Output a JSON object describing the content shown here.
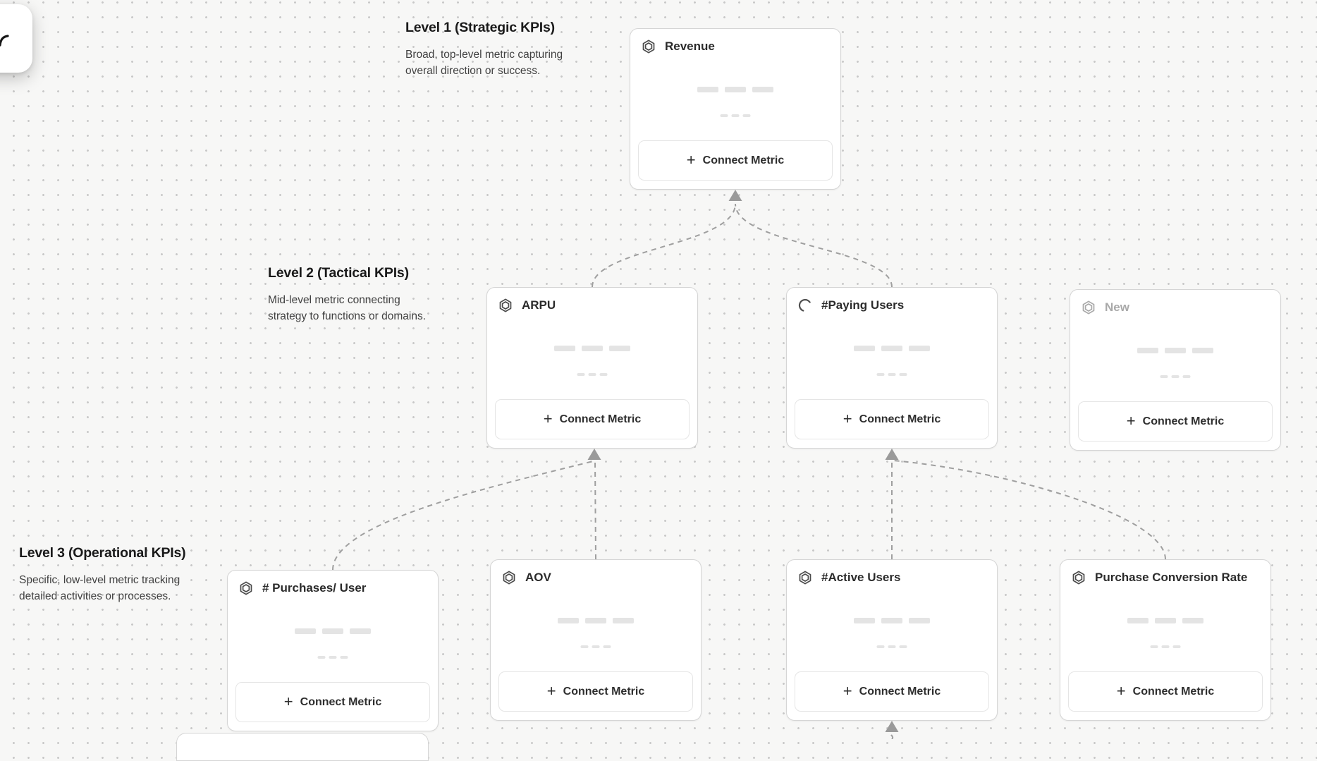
{
  "app": {
    "view": "metric-tree-canvas"
  },
  "colors": {
    "canvas_bg": "#f7f7f6",
    "dot": "#c8c8c8",
    "card_bg": "#ffffff",
    "card_border": "#d5d5d5",
    "heading_text": "#1a1a1a",
    "body_text": "#414141",
    "title_text": "#2b2b2b",
    "muted_text": "#a9a9a9",
    "connector": "#9f9f9f",
    "arrowhead": "#9a9a9a",
    "skeleton": "#e4e4e4",
    "button_border": "#e5e5e5",
    "button_text": "#2e2e2e"
  },
  "levels": [
    {
      "title": "Level 1 (Strategic KPIs)",
      "description": "Broad, top-level metric capturing overall direction or success."
    },
    {
      "title": "Level 2 (Tactical KPIs)",
      "description": "Mid-level metric connecting strategy to functions or domains."
    },
    {
      "title": "Level 3 (Operational KPIs)",
      "description": "Specific, low-level metric tracking detailed activities or processes."
    }
  ],
  "connect_button": {
    "plus": "+",
    "label": "Connect Metric"
  },
  "cards": [
    {
      "id": "revenue",
      "title": "Revenue",
      "icon": "hexagon-metric-icon",
      "state": "default"
    },
    {
      "id": "arpu",
      "title": "ARPU",
      "icon": "hexagon-metric-icon",
      "state": "default"
    },
    {
      "id": "paying-users",
      "title": "#Paying Users",
      "icon": "loading-spinner-icon",
      "state": "loading"
    },
    {
      "id": "new",
      "title": "New",
      "icon": "hexagon-metric-icon",
      "state": "draft"
    },
    {
      "id": "purchases-per-user",
      "title": "# Purchases/ User",
      "icon": "hexagon-metric-icon",
      "state": "default"
    },
    {
      "id": "aov",
      "title": "AOV",
      "icon": "hexagon-metric-icon",
      "state": "default"
    },
    {
      "id": "active-users",
      "title": "#Active Users",
      "icon": "hexagon-metric-icon",
      "state": "default"
    },
    {
      "id": "purchase-conversion-rate",
      "title": "Purchase Conversion Rate",
      "icon": "hexagon-metric-icon",
      "state": "default"
    }
  ]
}
